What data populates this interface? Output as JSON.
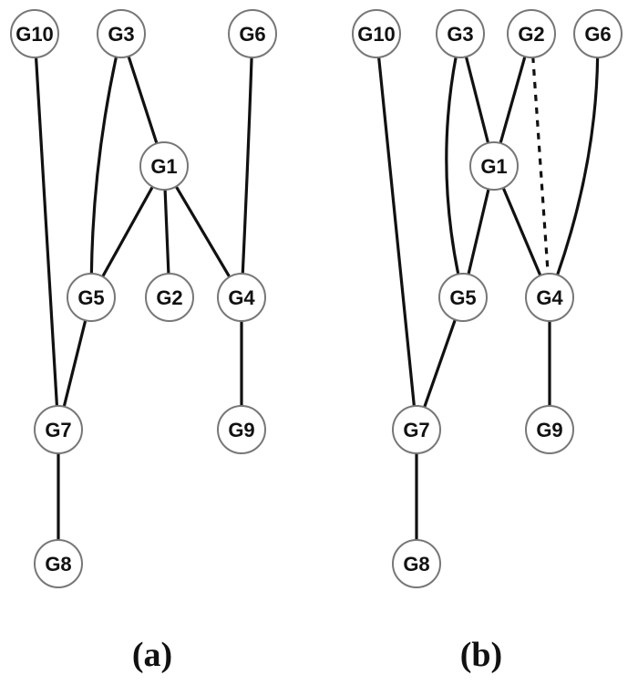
{
  "panels": [
    {
      "id": "a",
      "caption": "(a)",
      "nodes": [
        "G10",
        "G3",
        "G6",
        "G1",
        "G5",
        "G2",
        "G4",
        "G7",
        "G9",
        "G8"
      ],
      "edges": [
        {
          "from": "G10",
          "to": "G7",
          "style": "solid"
        },
        {
          "from": "G3",
          "to": "G5",
          "style": "solid"
        },
        {
          "from": "G3",
          "to": "G1",
          "style": "solid"
        },
        {
          "from": "G6",
          "to": "G4",
          "style": "solid"
        },
        {
          "from": "G1",
          "to": "G5",
          "style": "solid"
        },
        {
          "from": "G1",
          "to": "G2",
          "style": "solid"
        },
        {
          "from": "G1",
          "to": "G4",
          "style": "solid"
        },
        {
          "from": "G5",
          "to": "G7",
          "style": "solid"
        },
        {
          "from": "G4",
          "to": "G9",
          "style": "solid"
        },
        {
          "from": "G7",
          "to": "G8",
          "style": "solid"
        }
      ]
    },
    {
      "id": "b",
      "caption": "(b)",
      "nodes": [
        "G10",
        "G3",
        "G2",
        "G6",
        "G1",
        "G5",
        "G4",
        "G7",
        "G9",
        "G8"
      ],
      "edges": [
        {
          "from": "G10",
          "to": "G7",
          "style": "solid"
        },
        {
          "from": "G3",
          "to": "G5",
          "style": "solid"
        },
        {
          "from": "G3",
          "to": "G1",
          "style": "solid"
        },
        {
          "from": "G2",
          "to": "G1",
          "style": "solid"
        },
        {
          "from": "G2",
          "to": "G4",
          "style": "dashed"
        },
        {
          "from": "G6",
          "to": "G4",
          "style": "solid"
        },
        {
          "from": "G1",
          "to": "G5",
          "style": "solid"
        },
        {
          "from": "G1",
          "to": "G4",
          "style": "solid"
        },
        {
          "from": "G5",
          "to": "G7",
          "style": "solid"
        },
        {
          "from": "G4",
          "to": "G9",
          "style": "solid"
        },
        {
          "from": "G7",
          "to": "G8",
          "style": "solid"
        }
      ]
    }
  ]
}
